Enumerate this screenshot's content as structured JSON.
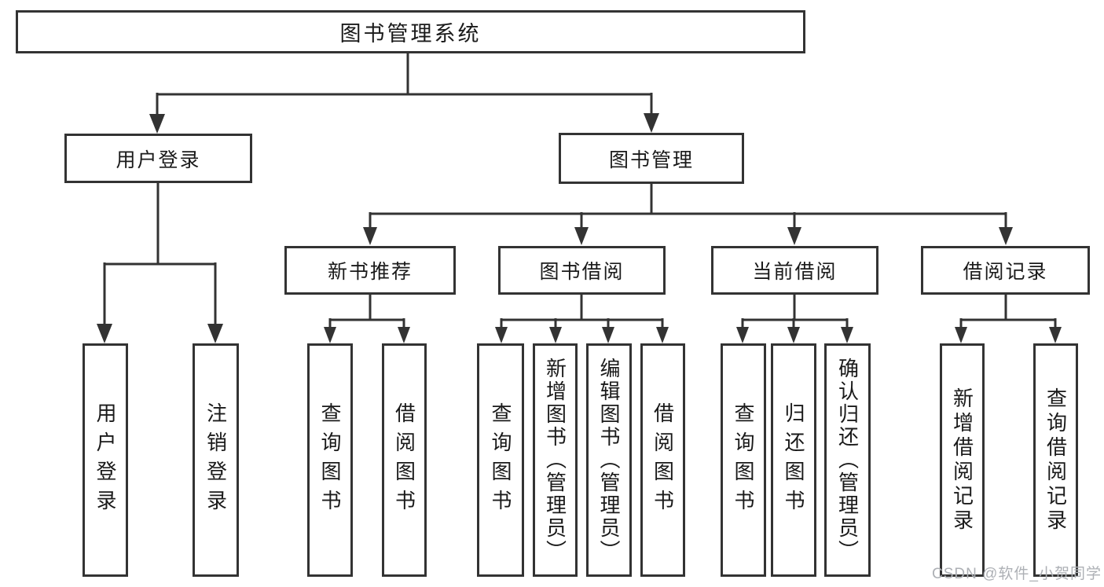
{
  "colors": {
    "line_color": "#333333",
    "box_border_color": "#333333",
    "text_color": "#1a1a1a",
    "watermark_color": "#adb0b5",
    "background_color": "#ffffff"
  },
  "watermark": {
    "text": "CSDN @软件_小贺同学"
  },
  "tree": {
    "label": "图书管理系统",
    "children": [
      {
        "label": "用户登录",
        "children": [
          {
            "label": "用户登录"
          },
          {
            "label": "注销登录"
          }
        ]
      },
      {
        "label": "图书管理",
        "children": [
          {
            "label": "新书推荐",
            "children": [
              {
                "label": "查询图书"
              },
              {
                "label": "借阅图书"
              }
            ]
          },
          {
            "label": "图书借阅",
            "children": [
              {
                "label": "查询图书"
              },
              {
                "label": "新增图书（管理员）"
              },
              {
                "label": "编辑图书（管理员）"
              },
              {
                "label": "借阅图书"
              }
            ]
          },
          {
            "label": "当前借阅",
            "children": [
              {
                "label": "查询图书"
              },
              {
                "label": "归还图书"
              },
              {
                "label": "确认归还（管理员）"
              }
            ]
          },
          {
            "label": "借阅记录",
            "children": [
              {
                "label": "新增借阅记录"
              },
              {
                "label": "查询借阅记录"
              }
            ]
          }
        ]
      }
    ]
  }
}
